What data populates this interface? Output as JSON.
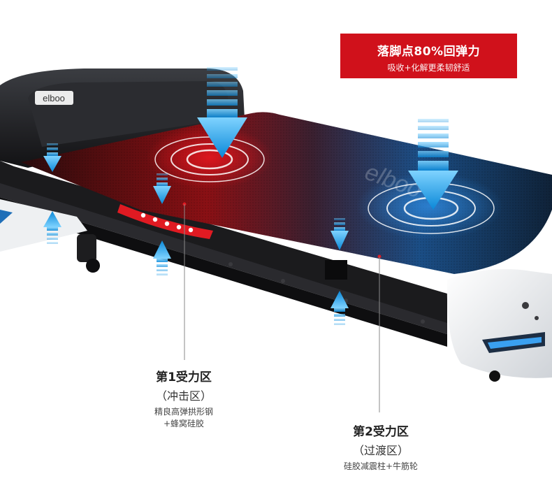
{
  "brand": {
    "logo": "elboo"
  },
  "promo": {
    "title": "落脚点80%回弹力",
    "subtitle": "吸收+化解更柔韧舒适",
    "color": "#d0111b"
  },
  "zone1": {
    "title": "第1受力区",
    "subtitle": "（冲击区）",
    "desc_line1": "精良高弹拱形钢",
    "desc_line2": "+蜂窝硅胶"
  },
  "zone2": {
    "title": "第2受力区",
    "subtitle": "（过渡区）",
    "desc_line1": "硅胶减震柱+牛筋轮"
  },
  "colors": {
    "impact_zone": "#c4121c",
    "transition_zone": "#1f6fb8",
    "arrow": "#1ba3e6",
    "deck": "#1a1a1c",
    "housing": "#f2f3f5"
  }
}
